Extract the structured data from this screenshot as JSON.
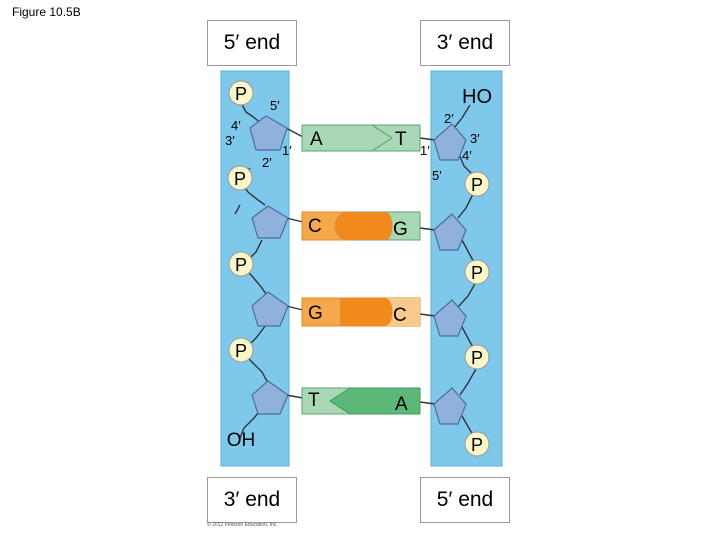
{
  "figure_label": "Figure 10.5B",
  "ends": {
    "top_left": "5′ end",
    "top_right": "3′ end",
    "bottom_left": "3′ end",
    "bottom_right": "5′ end"
  },
  "strands": {
    "left": {
      "top_group": "P",
      "bottom_group": "OH",
      "phosphates": [
        "P",
        "P",
        "P",
        "P"
      ]
    },
    "right": {
      "top_group": "HO",
      "bottom_group": "P",
      "phosphates": [
        "P",
        "P",
        "P",
        "P"
      ]
    }
  },
  "carbon_labels": {
    "left": [
      "5′",
      "4′",
      "3′",
      "2′",
      "1′"
    ],
    "right": [
      "2′",
      "3′",
      "4′",
      "1′",
      "5′"
    ]
  },
  "base_pairs": [
    {
      "left": "A",
      "right": "T"
    },
    {
      "left": "C",
      "right": "G"
    },
    {
      "left": "G",
      "right": "C"
    },
    {
      "left": "T",
      "right": "A"
    }
  ],
  "colors": {
    "backbone": "#7ec8ec",
    "sugar": "#8fb1dc",
    "phosphate": "#fbf6c8",
    "purine_pyrimidine_green": "#a9d8b6",
    "base_orange": "#f6a84c",
    "base_orange_dark": "#f08a1c"
  },
  "copyright": "© 2012 Pearson Education, Inc."
}
